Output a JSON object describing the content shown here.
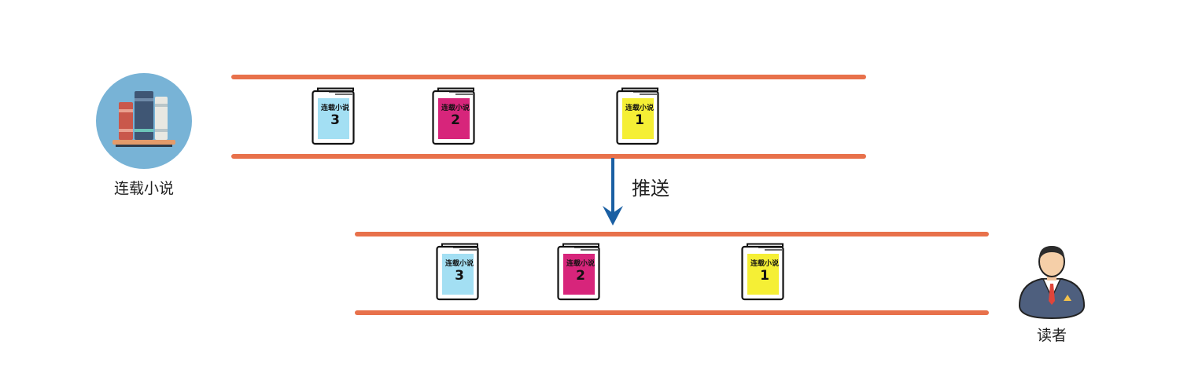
{
  "source": {
    "label": "连载小说",
    "icon": "bookshelf-icon"
  },
  "reader": {
    "label": "读者",
    "icon": "reader-avatar-icon"
  },
  "push_label": "推送",
  "colors": {
    "lane": "#e8714b",
    "arrow": "#1a5fa3",
    "source_circle": "#78b3d6"
  },
  "queues": [
    {
      "id": "source-queue",
      "books": [
        {
          "title": "连载小说",
          "number": "3",
          "color": "#a3dff3"
        },
        {
          "title": "连载小说",
          "number": "2",
          "color": "#d7257b"
        },
        {
          "title": "连载小说",
          "number": "1",
          "color": "#f5ef35"
        }
      ]
    },
    {
      "id": "reader-queue",
      "books": [
        {
          "title": "连载小说",
          "number": "3",
          "color": "#a3dff3"
        },
        {
          "title": "连载小说",
          "number": "2",
          "color": "#d7257b"
        },
        {
          "title": "连载小说",
          "number": "1",
          "color": "#f5ef35"
        }
      ]
    }
  ]
}
